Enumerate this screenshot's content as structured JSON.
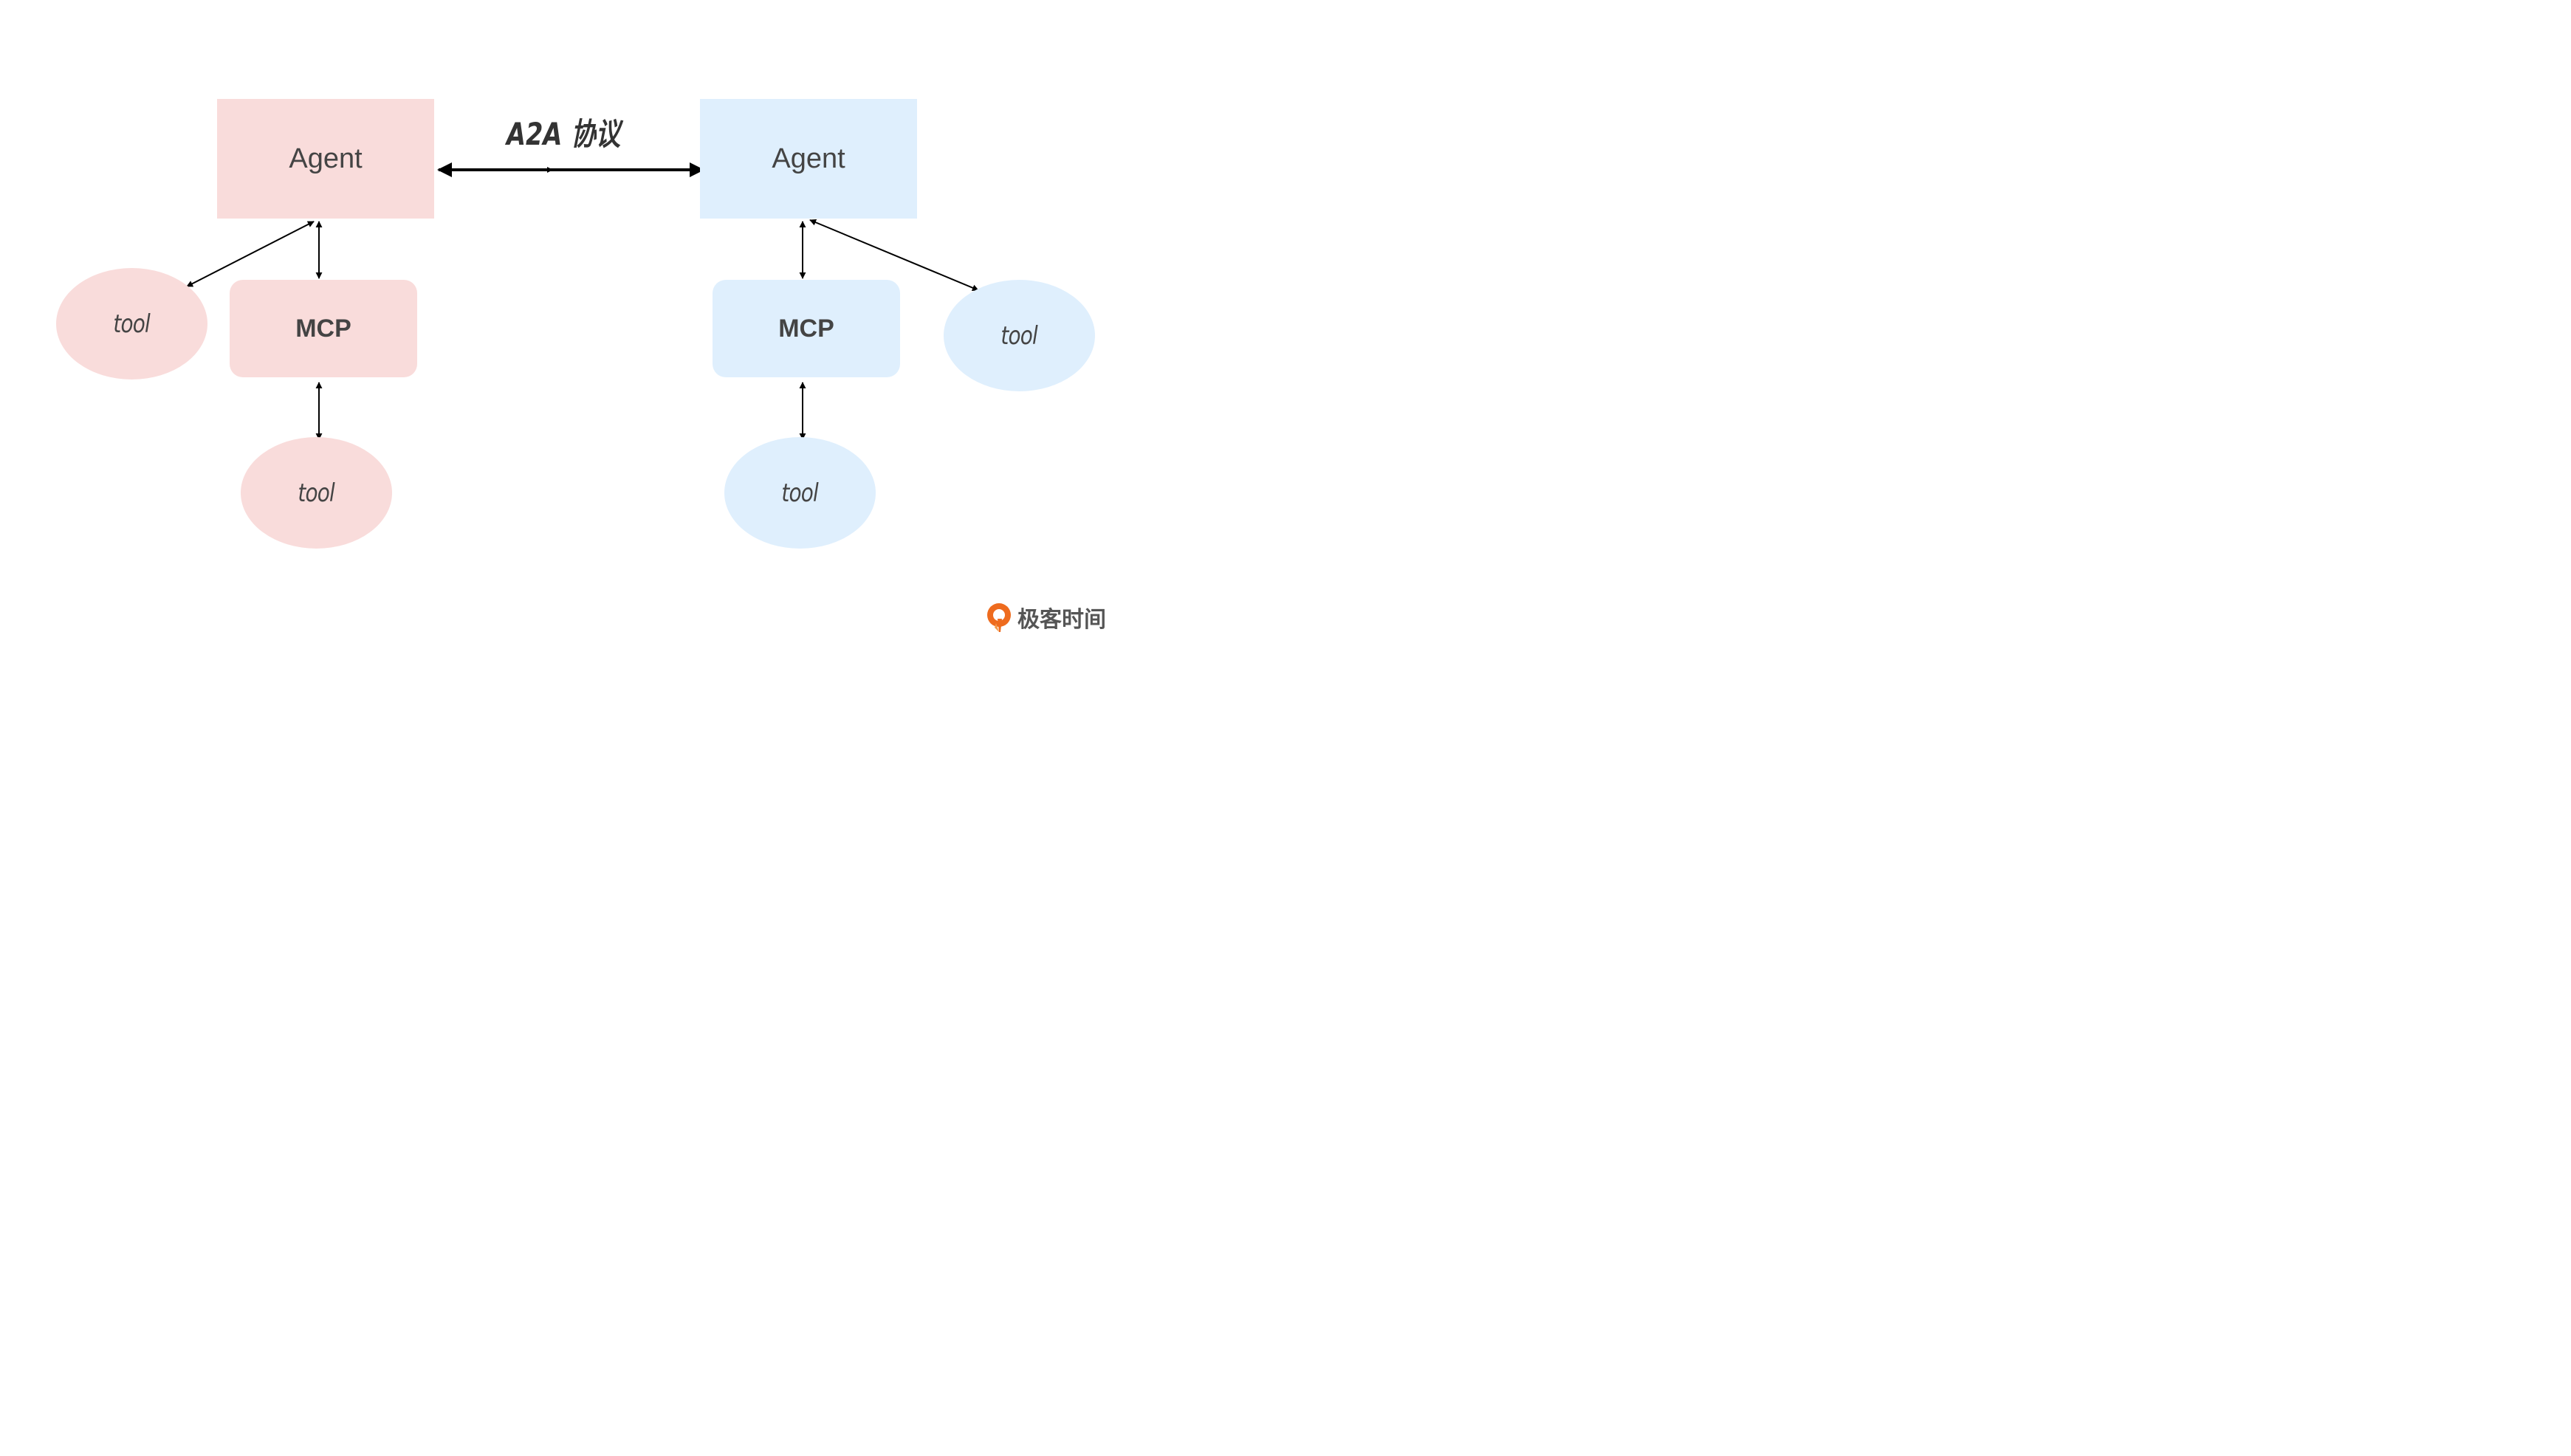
{
  "protocol": {
    "label": "A2A 协议"
  },
  "left_system": {
    "agent": "Agent",
    "mcp": "MCP",
    "side_tool": "tool",
    "mcp_tool": "tool",
    "color": "#f9dcdb"
  },
  "right_system": {
    "agent": "Agent",
    "mcp": "MCP",
    "side_tool": "tool",
    "mcp_tool": "tool",
    "color": "#dfeffd"
  },
  "brand": {
    "name": "极客时间",
    "logo_icon": "geektime-logo-icon",
    "color": "#ee6b1e"
  },
  "colors": {
    "node_text": "#444444",
    "wire": "#000000"
  }
}
